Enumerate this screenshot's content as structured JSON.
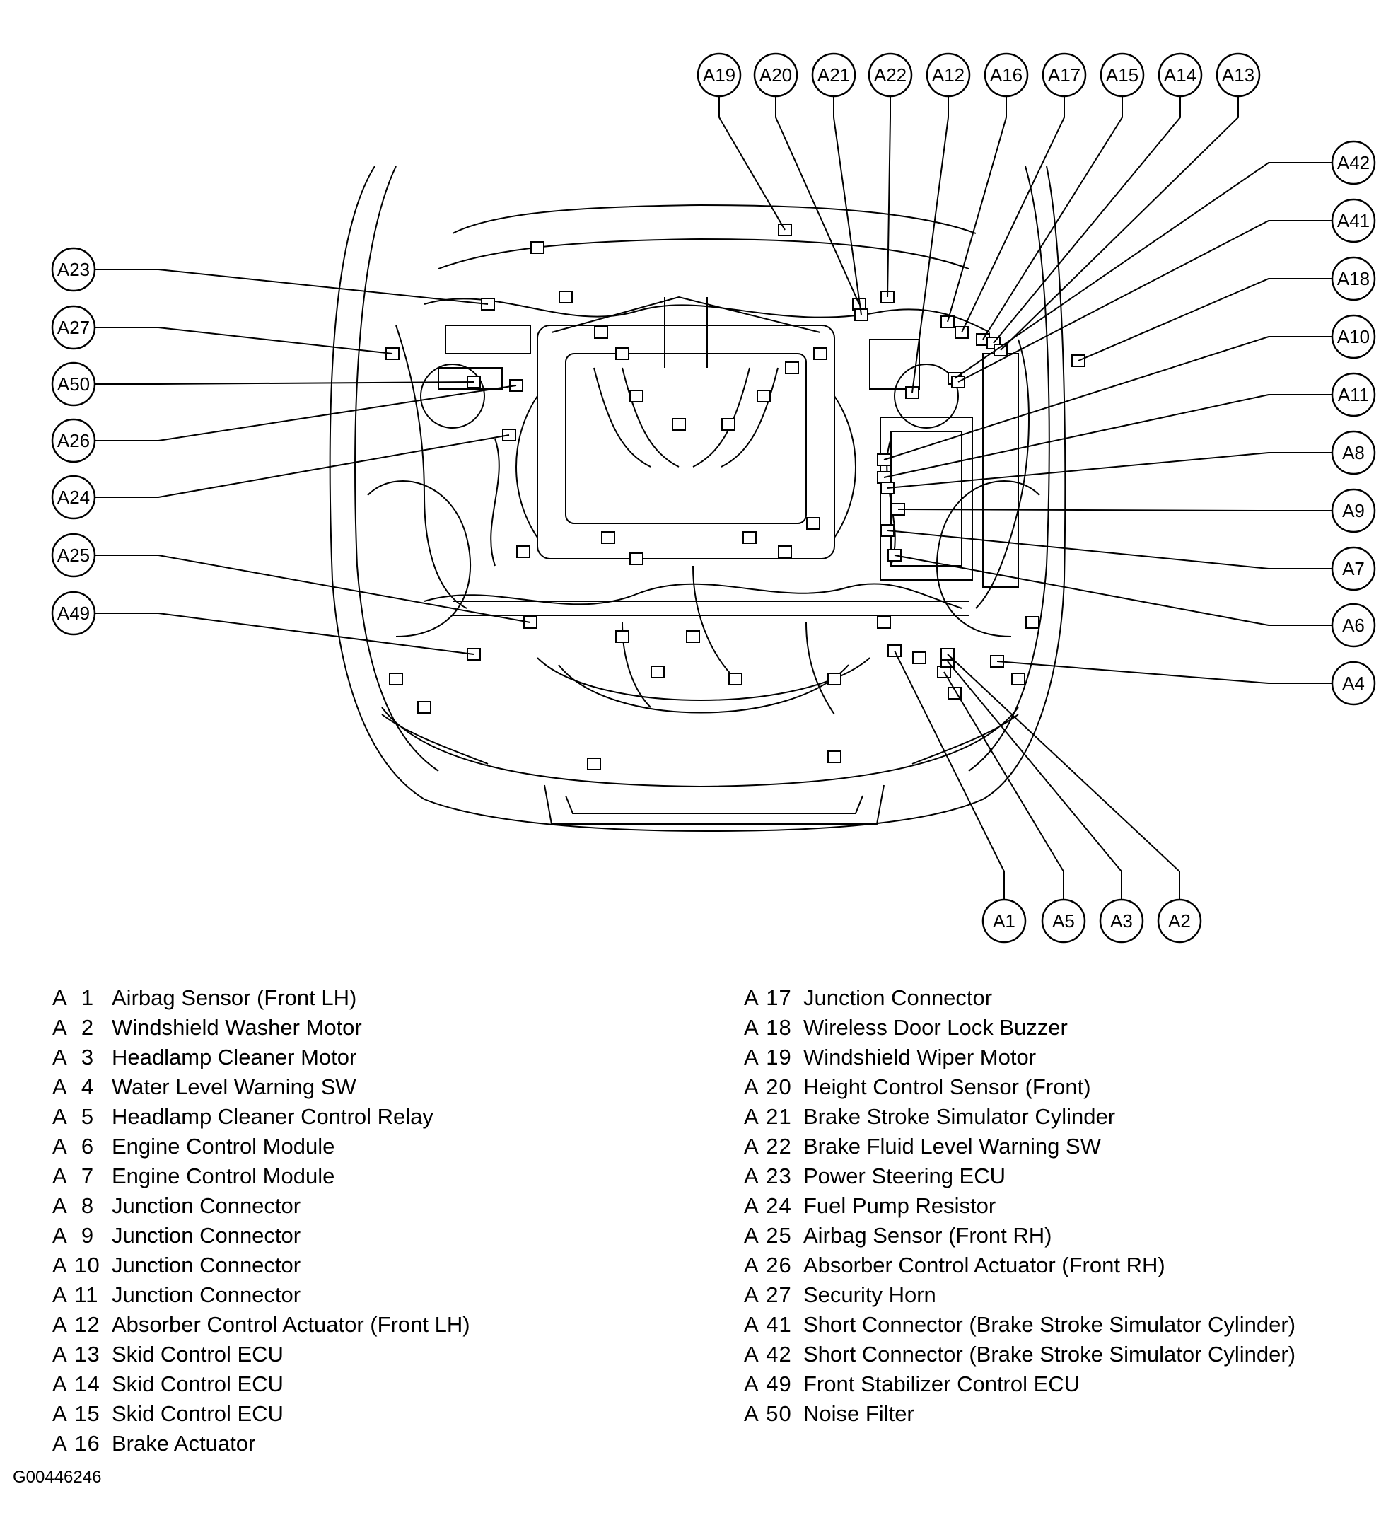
{
  "diagram": {
    "callouts_top": [
      "A19",
      "A20",
      "A21",
      "A22",
      "A12",
      "A16",
      "A17",
      "A15",
      "A14",
      "A13"
    ],
    "callouts_left": [
      "A23",
      "A27",
      "A50",
      "A26",
      "A24",
      "A25",
      "A49"
    ],
    "callouts_right": [
      "A42",
      "A41",
      "A18",
      "A10",
      "A11",
      "A8",
      "A9",
      "A7",
      "A6",
      "A4"
    ],
    "callouts_bottom": [
      "A1",
      "A5",
      "A3",
      "A2"
    ]
  },
  "legend": {
    "left": [
      {
        "code": "A  1",
        "desc": "Airbag Sensor (Front LH)"
      },
      {
        "code": "A  2",
        "desc": "Windshield Washer Motor"
      },
      {
        "code": "A  3",
        "desc": "Headlamp Cleaner Motor"
      },
      {
        "code": "A  4",
        "desc": "Water Level Warning SW"
      },
      {
        "code": "A  5",
        "desc": "Headlamp Cleaner Control Relay"
      },
      {
        "code": "A  6",
        "desc": "Engine Control Module"
      },
      {
        "code": "A  7",
        "desc": "Engine Control Module"
      },
      {
        "code": "A  8",
        "desc": "Junction Connector"
      },
      {
        "code": "A  9",
        "desc": "Junction Connector"
      },
      {
        "code": "A 10",
        "desc": "Junction Connector"
      },
      {
        "code": "A 11",
        "desc": "Junction Connector"
      },
      {
        "code": "A 12",
        "desc": "Absorber Control Actuator (Front LH)"
      },
      {
        "code": "A 13",
        "desc": "Skid Control ECU"
      },
      {
        "code": "A 14",
        "desc": "Skid Control ECU"
      },
      {
        "code": "A 15",
        "desc": "Skid Control ECU"
      },
      {
        "code": "A 16",
        "desc": "Brake Actuator"
      }
    ],
    "right": [
      {
        "code": "A 17",
        "desc": "Junction Connector"
      },
      {
        "code": "A 18",
        "desc": "Wireless Door Lock Buzzer"
      },
      {
        "code": "A 19",
        "desc": "Windshield Wiper Motor"
      },
      {
        "code": "A 20",
        "desc": "Height Control Sensor (Front)"
      },
      {
        "code": "A 21",
        "desc": "Brake Stroke Simulator Cylinder"
      },
      {
        "code": "A 22",
        "desc": "Brake Fluid Level Warning SW"
      },
      {
        "code": "A 23",
        "desc": "Power Steering ECU"
      },
      {
        "code": "A 24",
        "desc": "Fuel Pump Resistor"
      },
      {
        "code": "A 25",
        "desc": "Airbag Sensor (Front RH)"
      },
      {
        "code": "A 26",
        "desc": "Absorber Control Actuator (Front RH)"
      },
      {
        "code": "A 27",
        "desc": "Security Horn"
      },
      {
        "code": "A 41",
        "desc": "Short Connector (Brake Stroke Simulator Cylinder)"
      },
      {
        "code": "A 42",
        "desc": "Short Connector (Brake Stroke Simulator Cylinder)"
      },
      {
        "code": "A 49",
        "desc": "Front Stabilizer Control ECU"
      },
      {
        "code": "A 50",
        "desc": "Noise Filter"
      }
    ]
  },
  "figure_id": "G00446246"
}
